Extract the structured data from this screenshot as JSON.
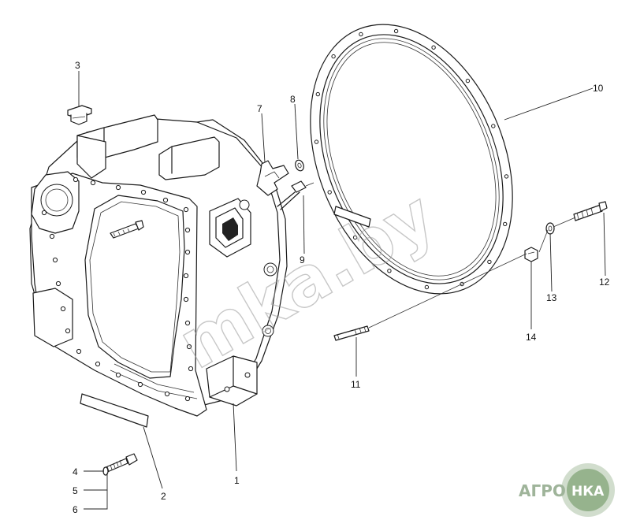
{
  "diagram": {
    "callouts": [
      {
        "id": "1",
        "label": "1"
      },
      {
        "id": "2",
        "label": "2"
      },
      {
        "id": "3",
        "label": "3"
      },
      {
        "id": "4",
        "label": "4"
      },
      {
        "id": "5",
        "label": "5"
      },
      {
        "id": "6",
        "label": "6"
      },
      {
        "id": "7",
        "label": "7"
      },
      {
        "id": "8",
        "label": "8"
      },
      {
        "id": "9",
        "label": "9"
      },
      {
        "id": "10",
        "label": "10"
      },
      {
        "id": "11",
        "label": "11"
      },
      {
        "id": "12",
        "label": "12"
      },
      {
        "id": "13",
        "label": "13"
      },
      {
        "id": "14",
        "label": "14"
      }
    ],
    "watermark": "mka.by",
    "logo": {
      "left": "АГРО",
      "right": "НКА"
    },
    "colors": {
      "line": "#1a1a1a",
      "logo": "#9fb49a",
      "watermark": "#9a9a9a"
    }
  }
}
